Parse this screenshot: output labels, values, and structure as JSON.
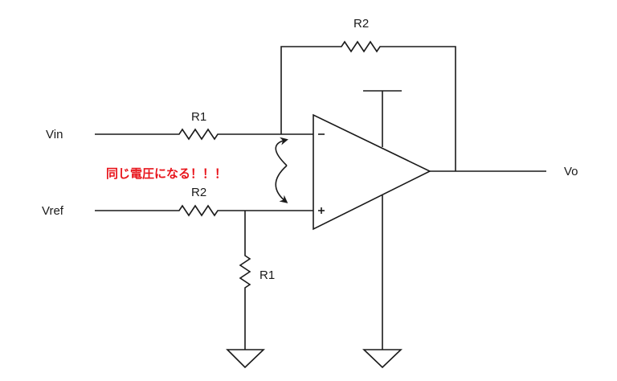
{
  "diagram": {
    "type": "op-amp differential amplifier circuit",
    "labels": {
      "vin": "Vin",
      "vref": "Vref",
      "vo": "Vo",
      "r_input_top": "R1",
      "r_input_bottom": "R2",
      "r_feedback": "R2",
      "r_ground": "R1"
    },
    "opamp": {
      "inverting_sign": "−",
      "noninverting_sign": "+"
    },
    "annotation": {
      "text": "同じ電圧になる！！！",
      "color": "#e8141b"
    },
    "colors": {
      "wire": "#1a1a1a",
      "background": "#ffffff"
    }
  }
}
